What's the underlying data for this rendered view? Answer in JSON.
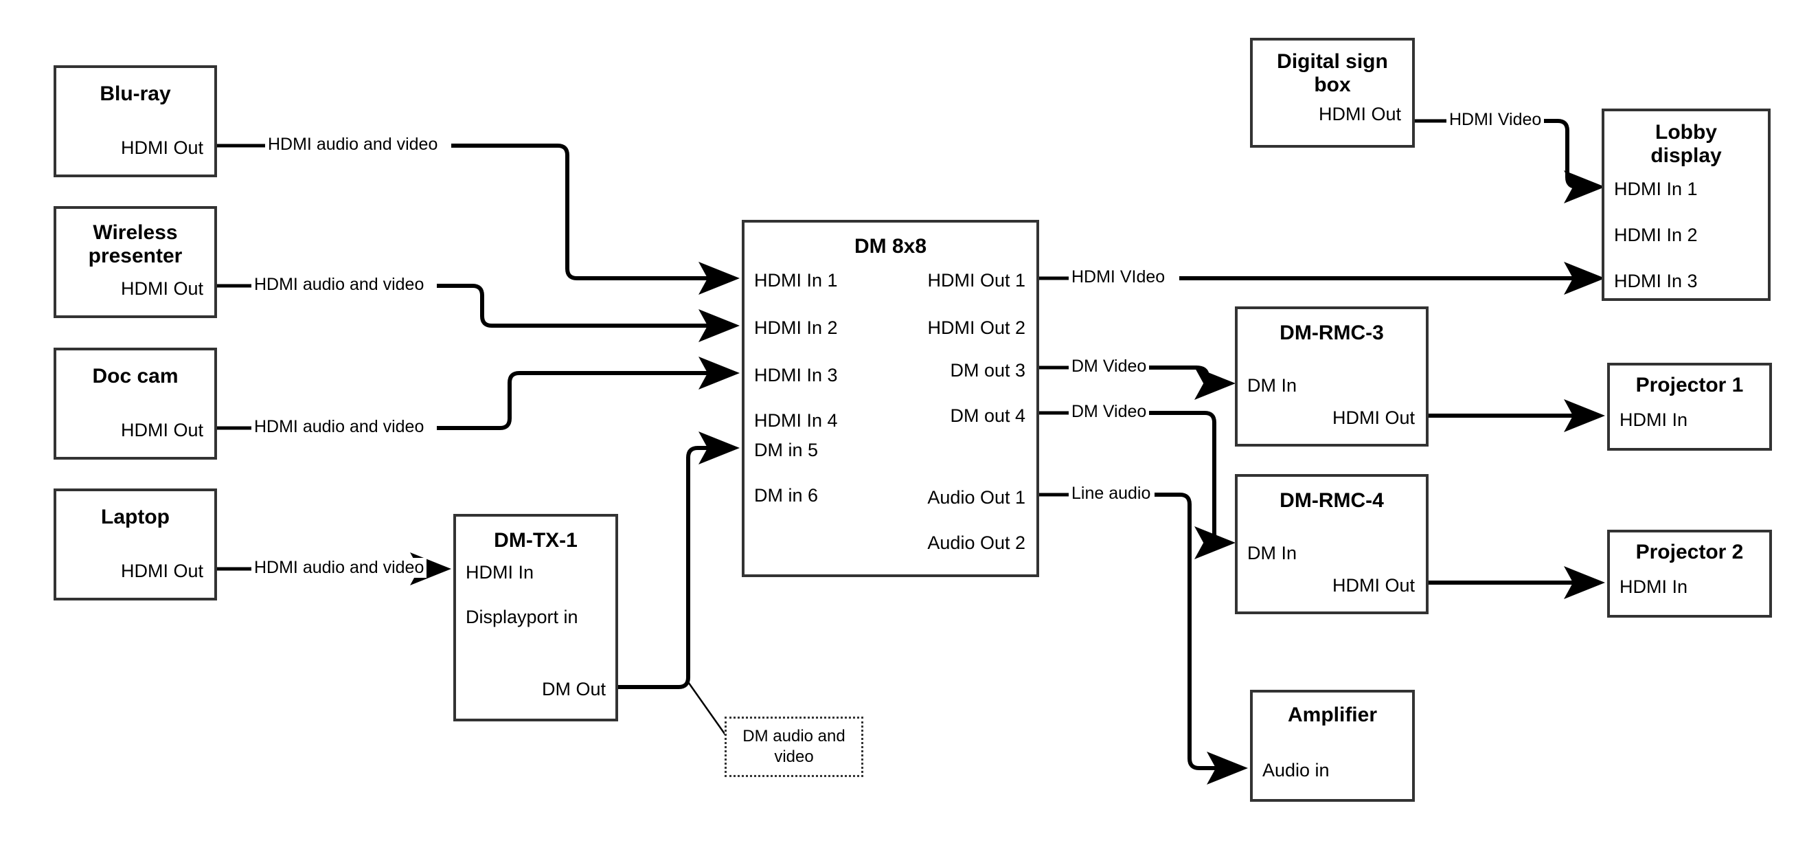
{
  "diagram": {
    "title": "AV signal flow diagram",
    "line_color": "#000000",
    "box_border_color": "#333333",
    "background": "#ffffff"
  },
  "nodes": {
    "bluray": {
      "title": "Blu-ray",
      "ports": {
        "hdmi_out": "HDMI Out"
      }
    },
    "wireless": {
      "title": "Wireless presenter",
      "ports": {
        "hdmi_out": "HDMI Out"
      }
    },
    "doccam": {
      "title": "Doc cam",
      "ports": {
        "hdmi_out": "HDMI Out"
      }
    },
    "laptop": {
      "title": "Laptop",
      "ports": {
        "hdmi_out": "HDMI Out"
      }
    },
    "dmtx1": {
      "title": "DM-TX-1",
      "ports": {
        "hdmi_in": "HDMI In",
        "dp_in": "Displayport in",
        "dm_out": "DM Out"
      }
    },
    "dm8x8": {
      "title": "DM 8x8",
      "inputs": [
        "HDMI In 1",
        "HDMI In 2",
        "HDMI In 3",
        "HDMI In 4",
        "DM in 5",
        "DM in 6"
      ],
      "outputs": [
        "HDMI Out 1",
        "HDMI Out 2",
        "DM out 3",
        "DM out 4",
        "Audio Out 1",
        "Audio Out 2"
      ]
    },
    "signbox": {
      "title": "Digital sign box",
      "ports": {
        "hdmi_out": "HDMI Out"
      }
    },
    "lobby": {
      "title": "Lobby display",
      "inputs": [
        "HDMI In 1",
        "HDMI In 2",
        "HDMI In 3"
      ]
    },
    "rmc3": {
      "title": "DM-RMC-3",
      "ports": {
        "dm_in": "DM In",
        "hdmi_out": "HDMI Out"
      }
    },
    "rmc4": {
      "title": "DM-RMC-4",
      "ports": {
        "dm_in": "DM In",
        "hdmi_out": "HDMI Out"
      }
    },
    "projector1": {
      "title": "Projector 1",
      "ports": {
        "hdmi_in": "HDMI In"
      }
    },
    "projector2": {
      "title": "Projector 2",
      "ports": {
        "hdmi_in": "HDMI In"
      }
    },
    "amplifier": {
      "title": "Amplifier",
      "ports": {
        "audio_in": "Audio in"
      }
    }
  },
  "edge_labels": {
    "bluray_to_dm": "HDMI audio and video",
    "wireless_to_dm": "HDMI audio and video",
    "doccam_to_dm": "HDMI audio and video",
    "laptop_to_tx": "HDMI audio and video",
    "signbox_to_lobby": "HDMI Video",
    "dm_out1_to_lobby": "HDMI VIdeo",
    "dm_out3_to_rmc3": "DM Video",
    "dm_out4_to_rmc4": "DM Video",
    "dm_audio1_to_amp": "Line audio"
  },
  "annotations": {
    "dm_tx_link": "DM audio and video"
  }
}
